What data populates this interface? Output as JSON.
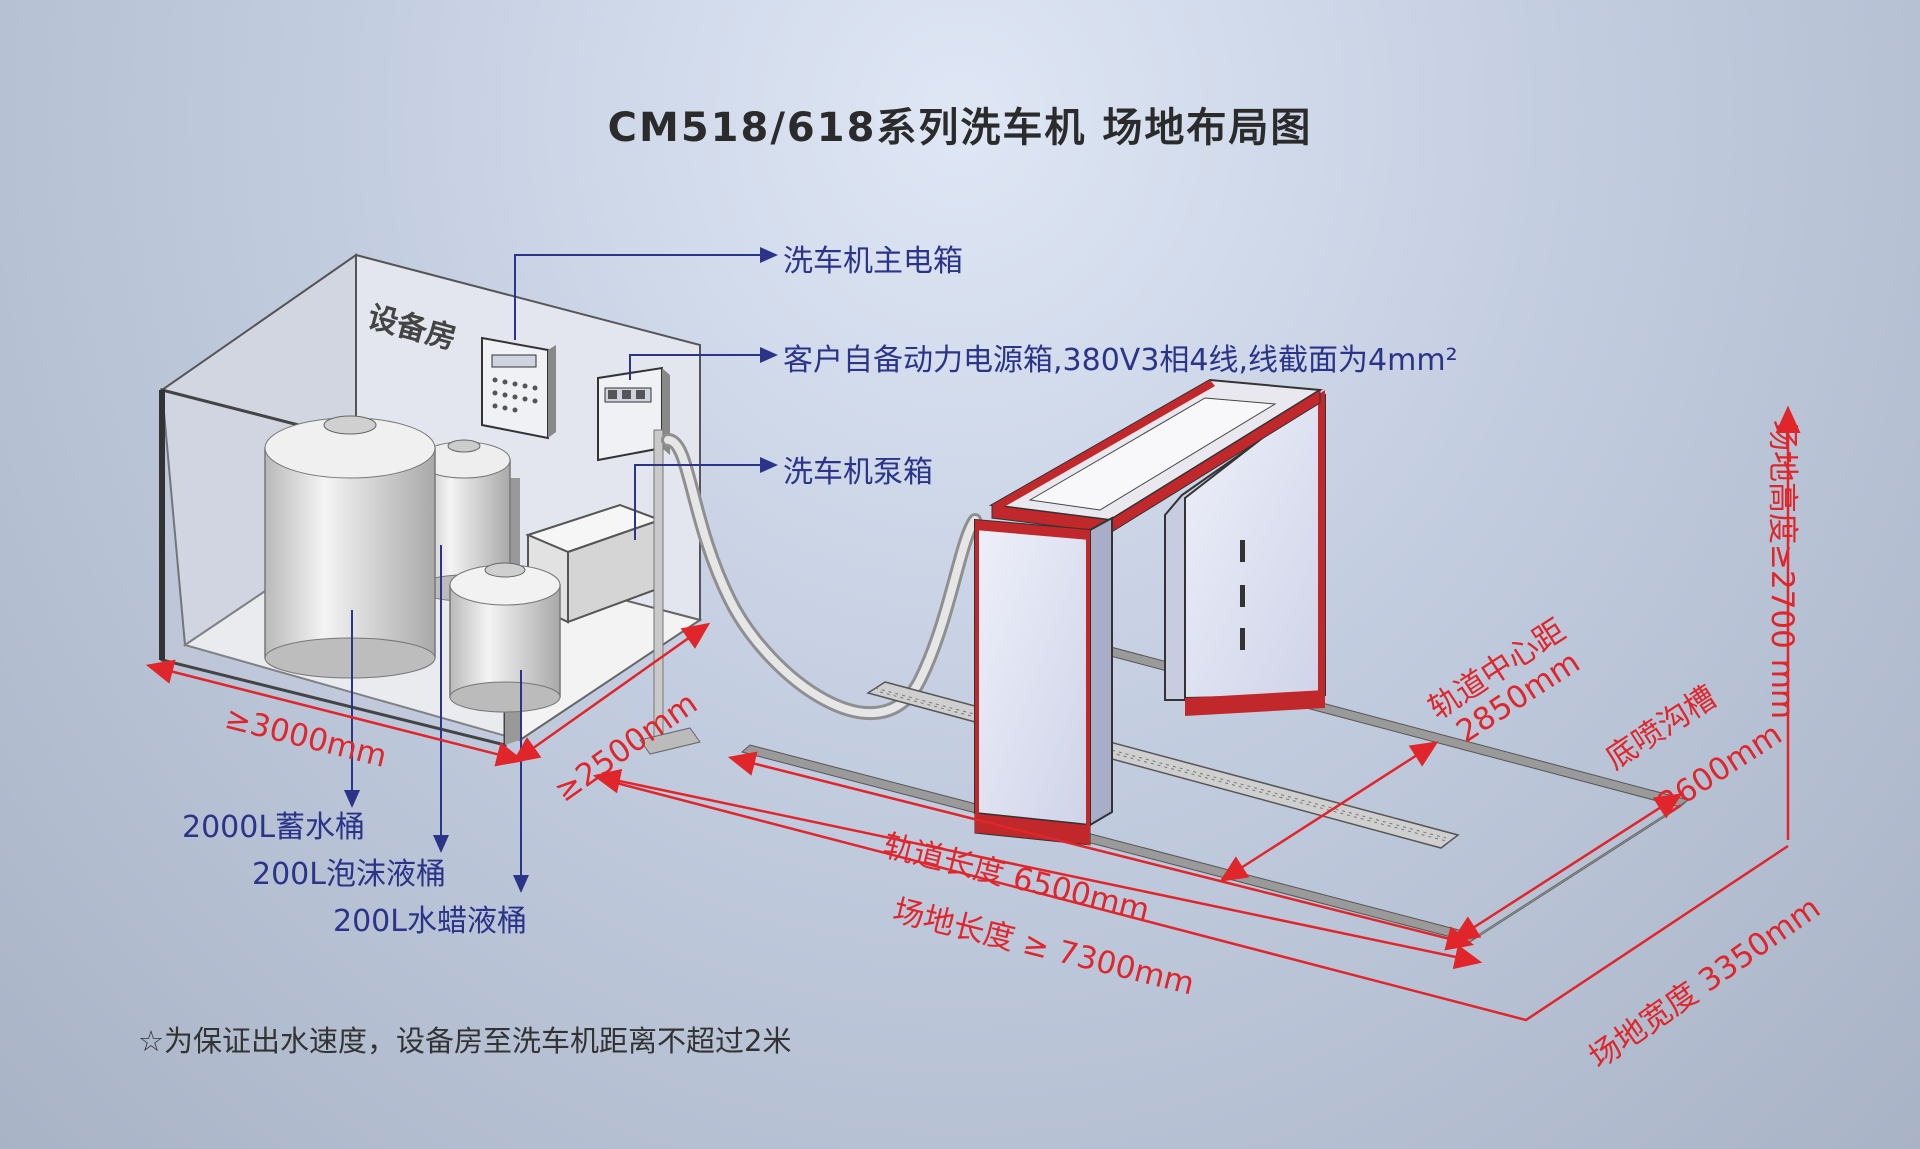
{
  "title": "CM518/618系列洗车机  场地布局图",
  "equipment_room_label": "设备房",
  "callouts": {
    "main_box": "洗车机主电箱",
    "power_box": "客户自备动力电源箱,380V3相4线,线截面为4mm²",
    "pump_box": "洗车机泵箱",
    "tank_water": "2000L蓄水桶",
    "tank_foam": "200L泡沫液桶",
    "tank_wax": "200L水蜡液桶"
  },
  "dimensions": {
    "room_length": "≥3000mm",
    "room_width": "≥2500mm",
    "track_center_label": "轨道中心距",
    "track_center_value": "2850mm",
    "trench_label": "底喷沟槽",
    "trench_value": "2600mm",
    "track_length": "轨道长度  6500mm",
    "site_length": "场地长度 ≥ 7300mm",
    "site_width": "场地宽度  3350mm",
    "site_height": "场地高度≥2700 mm"
  },
  "note": "☆为保证出水速度，设备房至洗车机距离不超过2米",
  "colors": {
    "dimension": "#e0262b",
    "callout": "#2b3488",
    "frame": "#c0282b",
    "panel": "#dfe2f2"
  }
}
